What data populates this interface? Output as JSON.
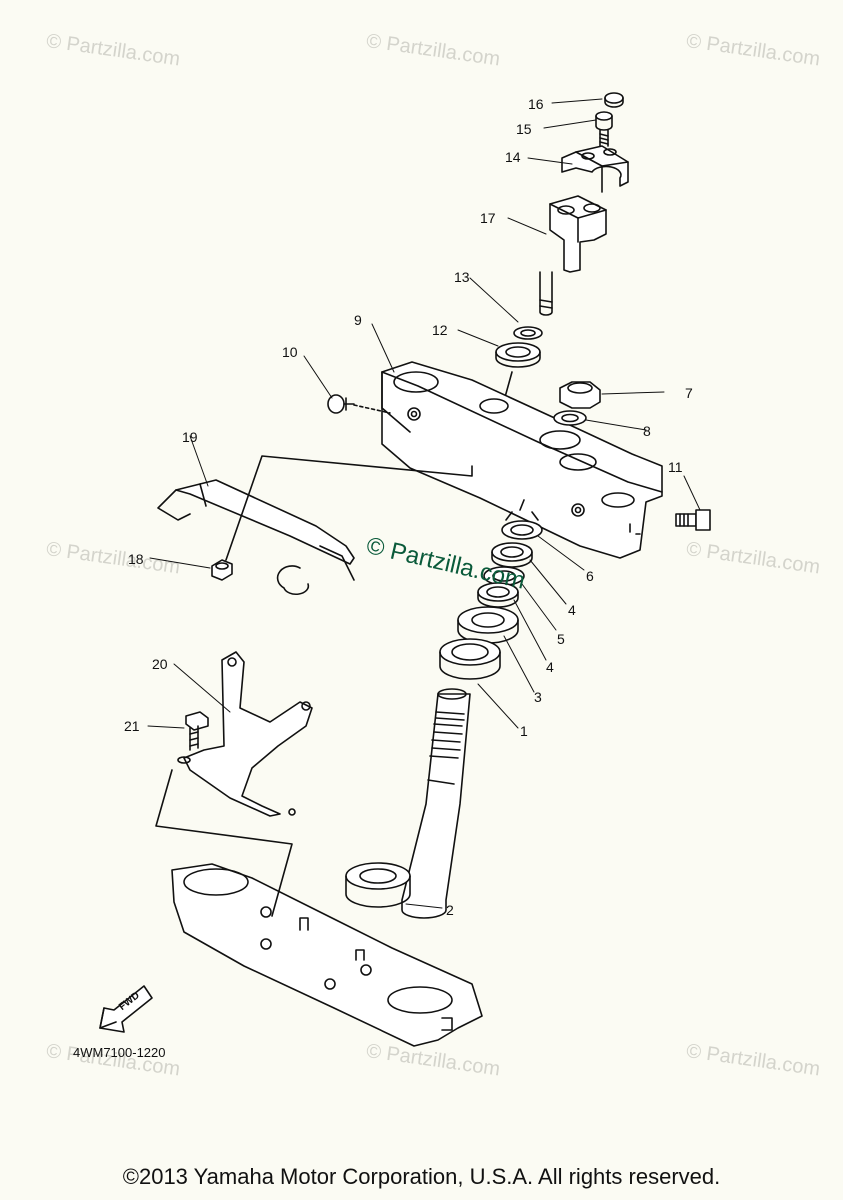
{
  "watermarks": {
    "corner_text": "© Partzilla.com",
    "center_text": "© Partzilla.com"
  },
  "callouts": {
    "c1": "1",
    "c2": "2",
    "c3": "3",
    "c4a": "4",
    "c4b": "4",
    "c5": "5",
    "c6": "6",
    "c7": "7",
    "c8": "8",
    "c9": "9",
    "c10": "10",
    "c11": "11",
    "c12": "12",
    "c13": "13",
    "c14": "14",
    "c15": "15",
    "c16": "16",
    "c17": "17",
    "c18": "18",
    "c19": "19",
    "c20": "20",
    "c21": "21"
  },
  "fwd_label": "FWD",
  "diagram_code": "4WM7100-1220",
  "copyright": "©2013 Yamaha Motor Corporation, U.S.A. All rights reserved.",
  "colors": {
    "line": "#111111",
    "watermark": "#d4d4cc",
    "center_watermark": "#0a5a3a",
    "background": "#fbfbf3"
  }
}
